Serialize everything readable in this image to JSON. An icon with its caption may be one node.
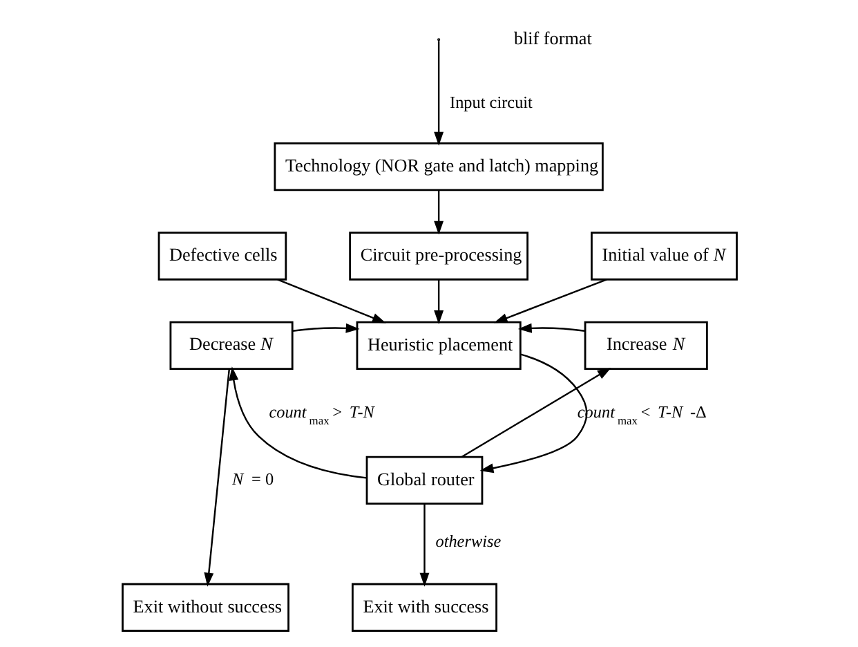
{
  "diagram": {
    "nodes": [
      {
        "text": [
          "Technology (NOR gate and latch) mapping"
        ]
      },
      {
        "text": [
          "Defective cells"
        ]
      },
      {
        "text": [
          "Circuit pre-processing"
        ]
      },
      {
        "text": [
          "Initial value of *N*"
        ]
      },
      {
        "text": [
          "Heuristic placement"
        ]
      },
      {
        "text": [
          "Decrease *N*"
        ]
      },
      {
        "text": [
          "Increase *N*"
        ]
      },
      {
        "text": [
          "Global router"
        ]
      },
      {
        "text": [
          "Exit without success"
        ]
      },
      {
        "text": [
          "Exit with success"
        ]
      }
    ],
    "edges": [
      {
        "from": null,
        "to": 0,
        "arrow": "to",
        "label": "Input circuit"
      },
      {
        "from": 0,
        "to": 2,
        "arrow": "to"
      },
      {
        "from": 1,
        "to": 4,
        "arrow": "to"
      },
      {
        "from": 2,
        "to": 4,
        "arrow": "to"
      },
      {
        "from": 3,
        "to": 4,
        "arrow": "to"
      },
      {
        "from": 5,
        "to": 4,
        "arrow": "to"
      },
      {
        "from": 6,
        "to": 4,
        "arrow": "to"
      },
      {
        "from": 4,
        "to": 7,
        "arrow": "to"
      },
      {
        "from": 7,
        "to": 5,
        "arrow": "to",
        "label": "*count*$_{max}$ > *T-N*"
      },
      {
        "from": 7,
        "to": 6,
        "arrow": "to",
        "label": "*count*$_{max}$ < *T-N* -Δ"
      },
      {
        "from": 7,
        "to": 9,
        "arrow": "to",
        "label": "*otherwise*"
      },
      {
        "from": 5,
        "to": 8,
        "arrow": "to",
        "label": "*N* = 0"
      }
    ],
    "labels": [
      "blif format"
    ]
  }
}
